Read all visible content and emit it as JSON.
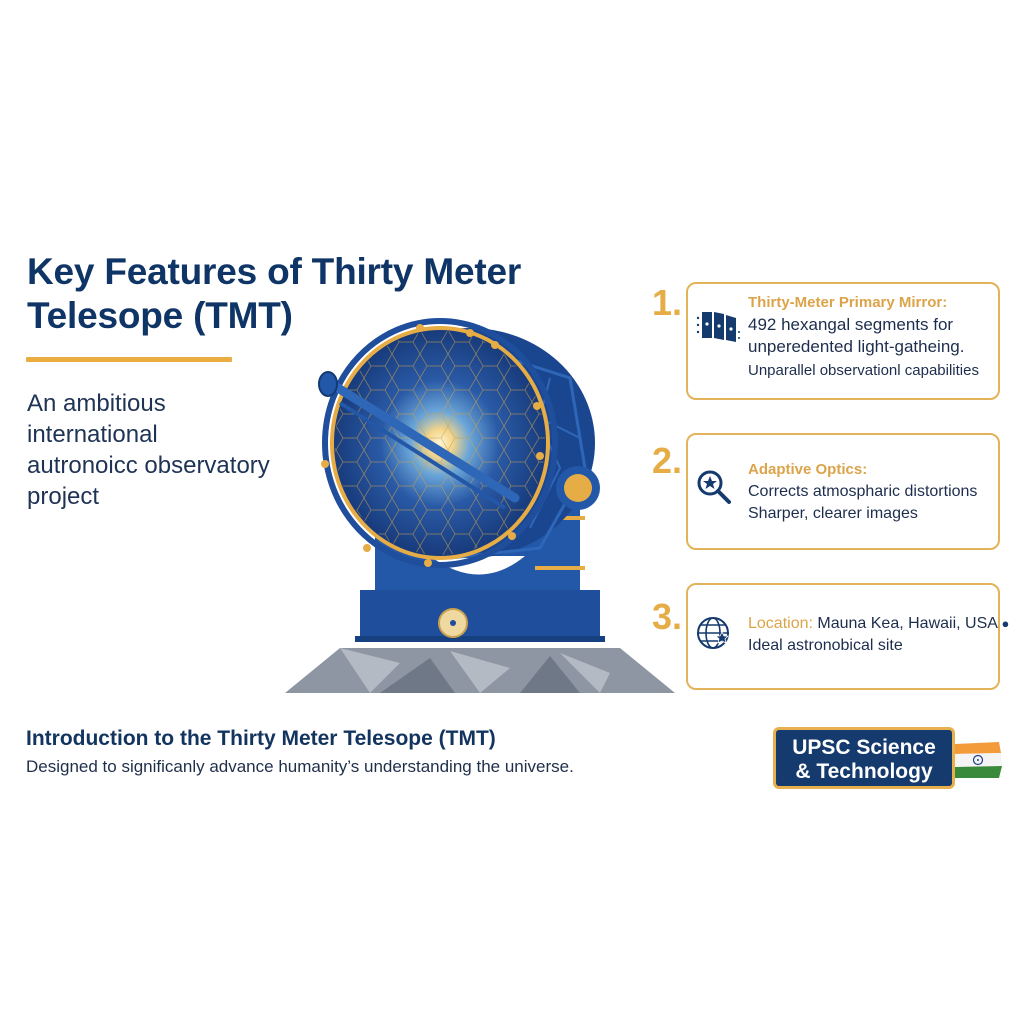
{
  "header": {
    "title_line1": "Key Features of Thirty Meter",
    "title_line2": "Telesope (TMT)"
  },
  "subtitle": {
    "line1": "An ambitious",
    "line2": "international",
    "line3": "autronoicc observatory",
    "line4": "project"
  },
  "illustration": {
    "subject": "telescope-on-mountain",
    "emblem": "ashoka-chakra"
  },
  "features": [
    {
      "number": "1.",
      "icon": "mirror-segments-icon",
      "heading": "Thirty-Meter Primary Mirror:",
      "line1": "492 hexangal segments for",
      "line2": "unperedented light-gatheing.",
      "line3": "Unparallel observationl capabilities"
    },
    {
      "number": "2.",
      "icon": "magnifier-star-icon",
      "heading": "Adaptive Optics:",
      "line1": "Corrects atmospharic distortions",
      "line2": "Sharper, clearer images"
    },
    {
      "number": "3.",
      "icon": "globe-star-icon",
      "heading": "Location:",
      "location_value": "Mauna Kea, Hawaii, USA",
      "location_icon": "map-pin-icon",
      "line1": "Ideal astronobical site"
    }
  ],
  "intro": {
    "title": "Introduction to the Thirty Meter Telesope (TMT)",
    "description": "Designed to significanly advance humanity’s understanding the universe."
  },
  "badge": {
    "line1": "UPSC Science",
    "line2": "& Technology",
    "flag": "india-flag"
  },
  "colors": {
    "navy": "#0f3466",
    "gold": "#e6ac45",
    "telescope_blue": "#1f4e9c",
    "mountain_gray": "#8e96a3"
  }
}
